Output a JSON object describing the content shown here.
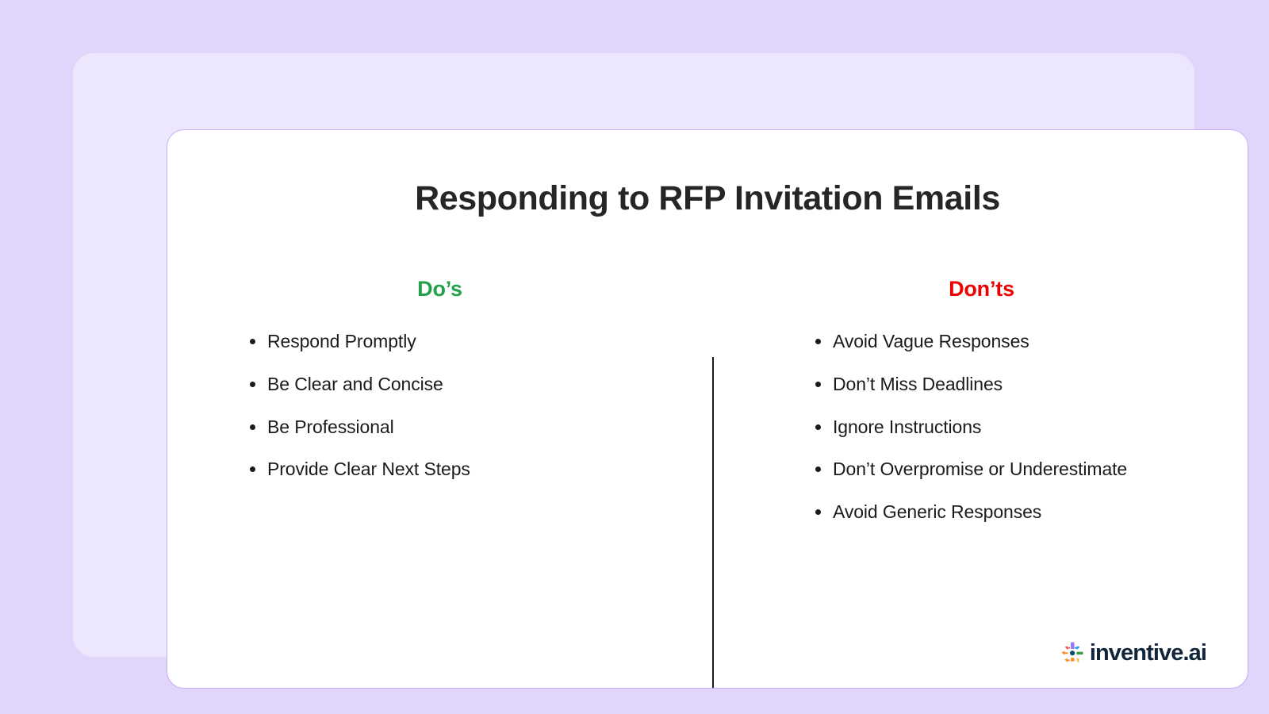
{
  "slide": {
    "title": "Responding to RFP Invitation Emails",
    "columns": [
      {
        "heading": "Do’s",
        "heading_color": "#22a14a",
        "items": [
          "Respond Promptly",
          "Be Clear and Concise",
          "Be Professional",
          "Provide Clear Next Steps"
        ]
      },
      {
        "heading": "Don’ts",
        "heading_color": "#ed0000",
        "items": [
          "Avoid Vague Responses",
          "Don’t Miss Deadlines",
          "Ignore Instructions",
          "Don’t Overpromise or Underestimate",
          "Avoid Generic Responses"
        ]
      }
    ]
  },
  "logo": {
    "icon_name": "inventive-burst-icon",
    "wordmark": "inventive.ai",
    "wordmark_color": "#10243a",
    "mark_colors": {
      "red": "#f0565c",
      "purple": "#9b7cf0",
      "blue": "#2196f3",
      "orange": "#f68b1f",
      "teal": "#0b4f6c",
      "green": "#2f9e44",
      "yellow": "#f5b942"
    }
  },
  "theme": {
    "page_background": "#e1d5fb",
    "panel_background": "#ece7fd",
    "card_background": "#ffffff",
    "card_border": "#c6aef7",
    "text_color": "#1b1b1b",
    "title_color": "#262626",
    "divider_color": "#1b1b1b"
  }
}
